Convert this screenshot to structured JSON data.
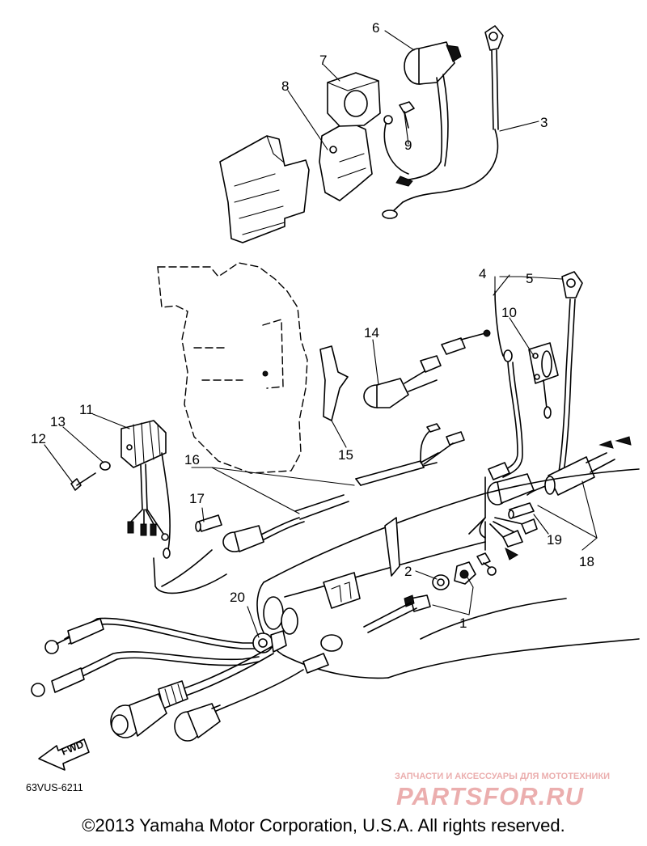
{
  "diagram": {
    "part_numbers": {
      "p1": "1",
      "p2": "2",
      "p3": "3",
      "p4": "4",
      "p5": "5",
      "p6": "6",
      "p7": "7",
      "p8": "8",
      "p9": "9",
      "p10": "10",
      "p11": "11",
      "p12": "12",
      "p13": "13",
      "p14": "14",
      "p15": "15",
      "p16": "16",
      "p17": "17",
      "p18": "18",
      "p19": "19",
      "p20": "20"
    },
    "fwd_label": "FWD",
    "drawing_code": "63VUS-6211"
  },
  "watermark": {
    "tagline": "ЗАПЧАСТИ И АКСЕССУАРЫ ДЛЯ МОТОТЕХНИКИ",
    "brand": "PARTSFOR.RU",
    "color": "#e8a0a0"
  },
  "footer": {
    "copyright": "©2013 Yamaha Motor Corporation, U.S.A. All rights reserved."
  }
}
